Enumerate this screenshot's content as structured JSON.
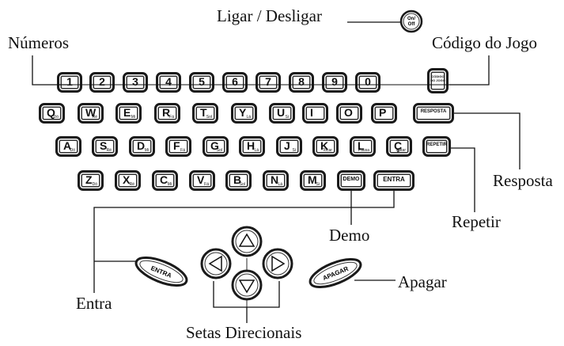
{
  "callouts": {
    "power": "Ligar / Desligar",
    "numbers": "Números",
    "game_code": "Código do Jogo",
    "answer": "Resposta",
    "repeat": "Repetir",
    "demo": "Demo",
    "enter": "Entra",
    "delete": "Apagar",
    "arrows": "Setas Direcionais"
  },
  "power_button": {
    "top": "On/",
    "bottom": "Off"
  },
  "keyboard": {
    "row1": [
      "1",
      "2",
      "3",
      "4",
      "5",
      "6",
      "7",
      "8",
      "9",
      "0"
    ],
    "row1_end": "CÓDIGO DO JOGO",
    "row2": [
      {
        "k": "Q",
        "s": "Dó"
      },
      {
        "k": "W",
        "s": "Ré"
      },
      {
        "k": "E",
        "s": "Mi"
      },
      {
        "k": "R",
        "s": "Fá"
      },
      {
        "k": "T",
        "s": "Sol"
      },
      {
        "k": "Y",
        "s": "Lá"
      },
      {
        "k": "U",
        "s": "Si"
      },
      {
        "k": "I",
        "s": ""
      },
      {
        "k": "O",
        "s": ""
      },
      {
        "k": "P",
        "s": ""
      }
    ],
    "row2_end": "RESPOSTA",
    "row3": [
      {
        "k": "A",
        "s": "Dó"
      },
      {
        "k": "S",
        "s": "Ré"
      },
      {
        "k": "D",
        "s": "Mi"
      },
      {
        "k": "F",
        "s": "Fá"
      },
      {
        "k": "G",
        "s": "Sol"
      },
      {
        "k": "H",
        "s": "Lá"
      },
      {
        "k": "J",
        "s": "Si"
      },
      {
        "k": "K",
        "s": "Tocar"
      },
      {
        "k": "L",
        "s": "Pausa"
      },
      {
        "k": "Ç",
        "s": "Voltar"
      }
    ],
    "row3_end": "REPETIR",
    "row4": [
      {
        "k": "Z",
        "s": "Dó"
      },
      {
        "k": "X",
        "s": "Ré"
      },
      {
        "k": "C",
        "s": "Mi"
      },
      {
        "k": "V",
        "s": "Fá"
      },
      {
        "k": "B",
        "s": "Sol"
      },
      {
        "k": "N",
        "s": "Lá"
      },
      {
        "k": "M",
        "s": "Si"
      }
    ],
    "demo_key": "DEMO",
    "enter_key": "ENTRA"
  },
  "pills": {
    "enter": "ENTRA",
    "delete": "APAGAR"
  }
}
